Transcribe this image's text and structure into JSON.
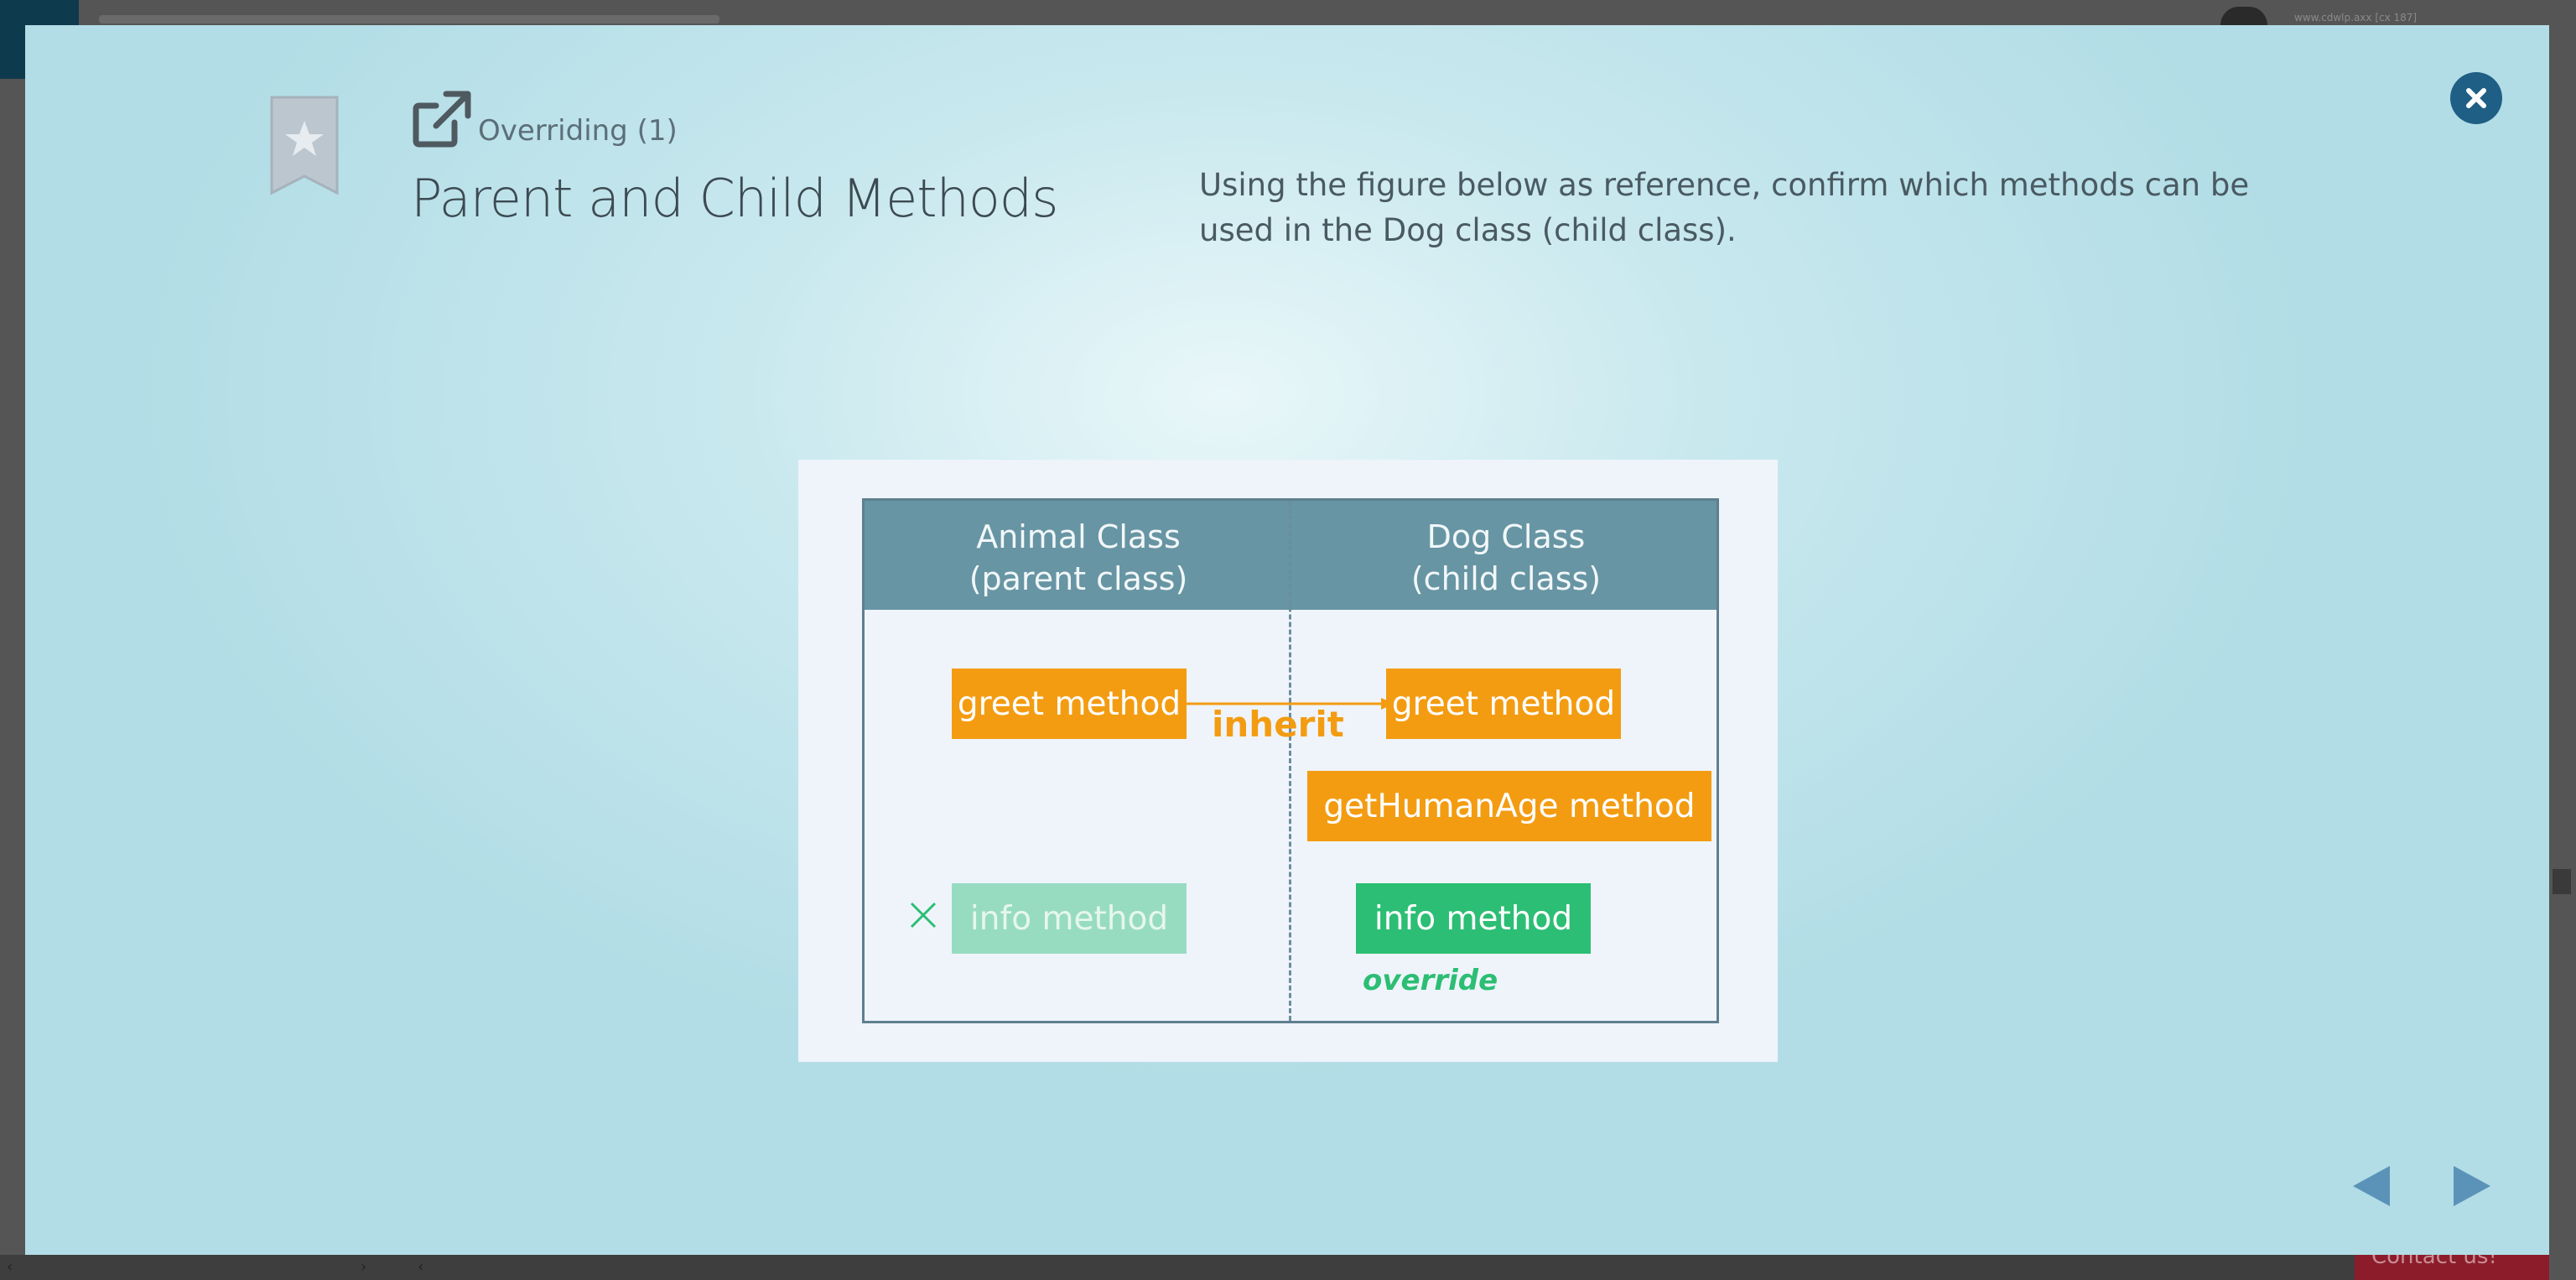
{
  "background": {
    "url_text": "www.cdwlp.axx [cx 187]",
    "contact_label": "Contact us!"
  },
  "modal": {
    "lesson_label": "Overriding (1)",
    "title": "Parent and Child Methods",
    "instructions": "Using the figure below as reference, confirm which methods can be used in the Dog class (child class).",
    "icons": {
      "bookmark": "bookmark-star-icon",
      "external_link": "external-link-icon",
      "close": "close-icon",
      "prev": "arrow-left-icon",
      "next": "arrow-right-icon"
    },
    "colors": {
      "accent": "#1f5f86",
      "nav": "#5b93b8",
      "orange": "#f39c12",
      "green": "#2cbe74",
      "header": "#6795a3"
    }
  },
  "figure": {
    "parent_header_line1": "Animal Class",
    "parent_header_line2": "(parent class)",
    "child_header_line1": "Dog Class",
    "child_header_line2": "(child class)",
    "parent_greet": "greet method",
    "child_greet": "greet method",
    "inherit_label": "inherit",
    "child_gethumanage": "getHumanAge method",
    "parent_info": "info method",
    "child_info": "info method",
    "override_label": "override"
  }
}
